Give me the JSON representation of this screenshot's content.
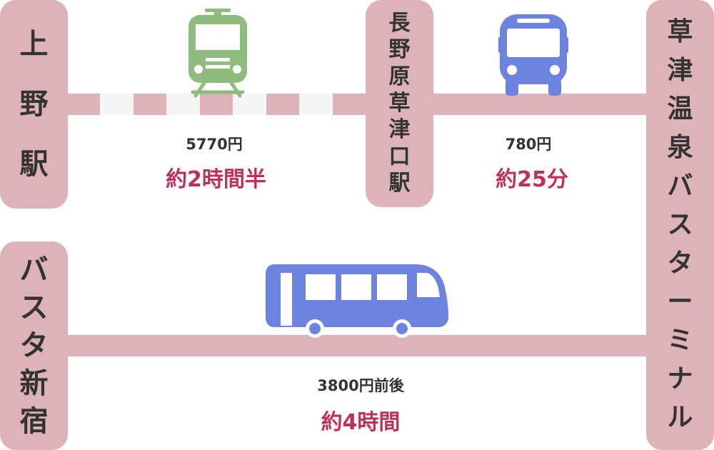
{
  "stations": {
    "ueno": [
      "上",
      "野",
      "駅"
    ],
    "naganohara": [
      "長",
      "野",
      "原",
      "草",
      "津",
      "口",
      "駅"
    ],
    "kusatsu": [
      "草",
      "津",
      "温",
      "泉",
      "バ",
      "ス",
      "タ",
      "ー",
      "ミ",
      "ナ",
      "ル"
    ],
    "busta": [
      "バ",
      "ス",
      "タ",
      "新",
      "宿"
    ]
  },
  "segments": {
    "train": {
      "price": "5770円",
      "duration": "約2時間半"
    },
    "local_bus": {
      "price": "780円",
      "duration": "約25分"
    },
    "highway_bus": {
      "price": "3800円前後",
      "duration": "約4時間"
    }
  },
  "colors": {
    "station": "#ddb3b9",
    "train": "#8fbb7c",
    "bus": "#6e83df",
    "duration_text": "#c02f5a"
  }
}
